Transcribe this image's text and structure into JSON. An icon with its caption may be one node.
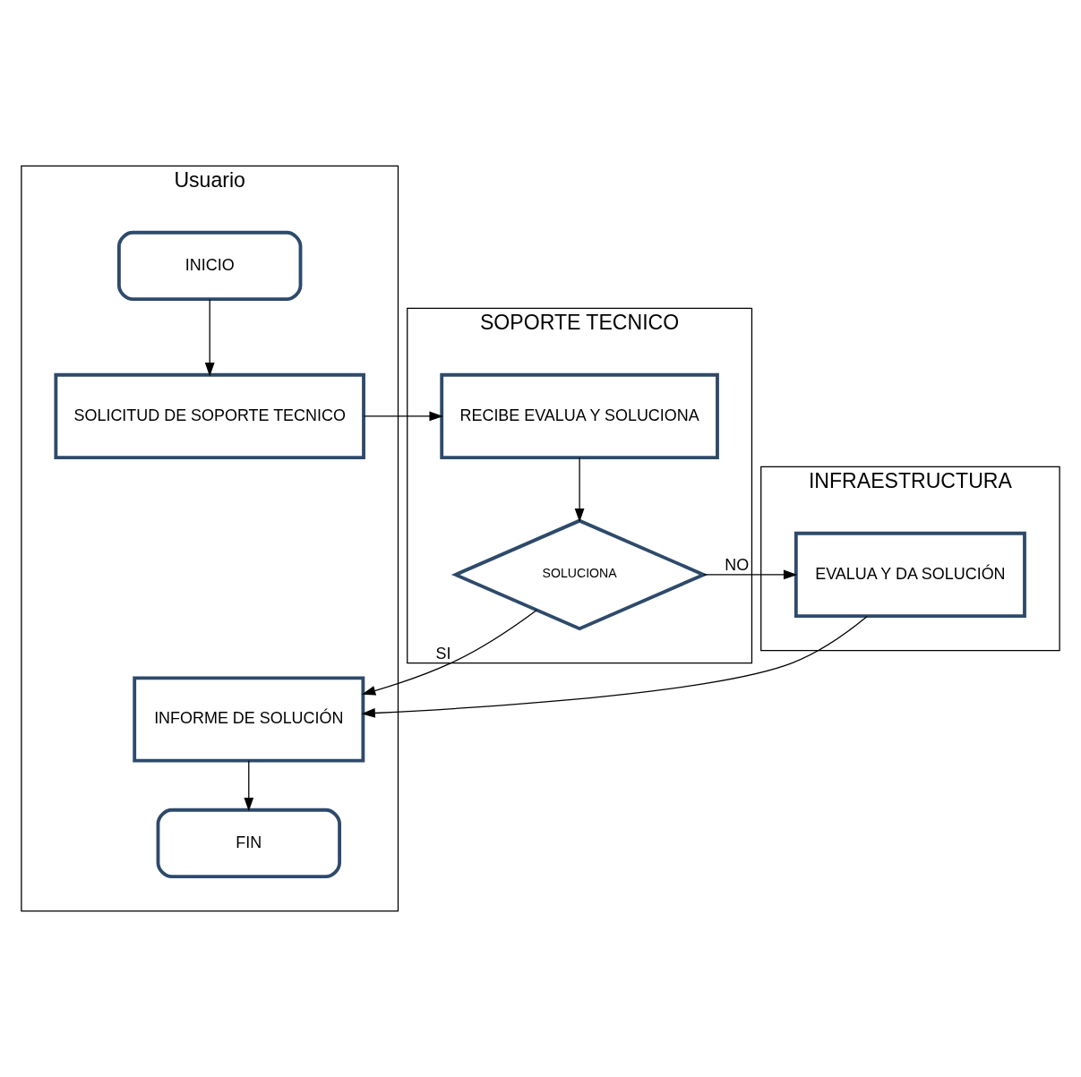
{
  "diagram": {
    "nodes": [
      {
        "text": [
          "Usuario"
        ]
      },
      {
        "text": [
          "SOPORTE TECNICO"
        ]
      },
      {
        "text": [
          "INFRAESTRUCTURA"
        ]
      },
      {
        "text": [
          "INICIO"
        ],
        "in": 0
      },
      {
        "text": [
          "SOLICITUD DE SOPORTE TECNICO"
        ],
        "in": 0
      },
      {
        "text": [
          "RECIBE EVALUA Y SOLUCIONA"
        ],
        "in": 1
      },
      {
        "text": [
          "SOLUCIONA"
        ],
        "in": 1
      },
      {
        "text": [
          "EVALUA Y DA SOLUCIÓN"
        ],
        "in": 2
      },
      {
        "text": [
          "INFORME DE SOLUCIÓN"
        ],
        "in": 0
      },
      {
        "text": [
          "FIN"
        ],
        "in": 0
      }
    ],
    "edges": [
      {
        "from": 3,
        "to": 4,
        "arrow": "to"
      },
      {
        "from": 4,
        "to": 5,
        "arrow": "to"
      },
      {
        "from": 5,
        "to": 6,
        "arrow": "to"
      },
      {
        "from": 6,
        "to": 8,
        "label": "SI",
        "arrow": "to"
      },
      {
        "from": 6,
        "to": 7,
        "label": "NO",
        "arrow": "to"
      },
      {
        "from": 7,
        "to": 8,
        "arrow": "to"
      },
      {
        "from": 8,
        "to": 9,
        "arrow": "to"
      }
    ]
  }
}
